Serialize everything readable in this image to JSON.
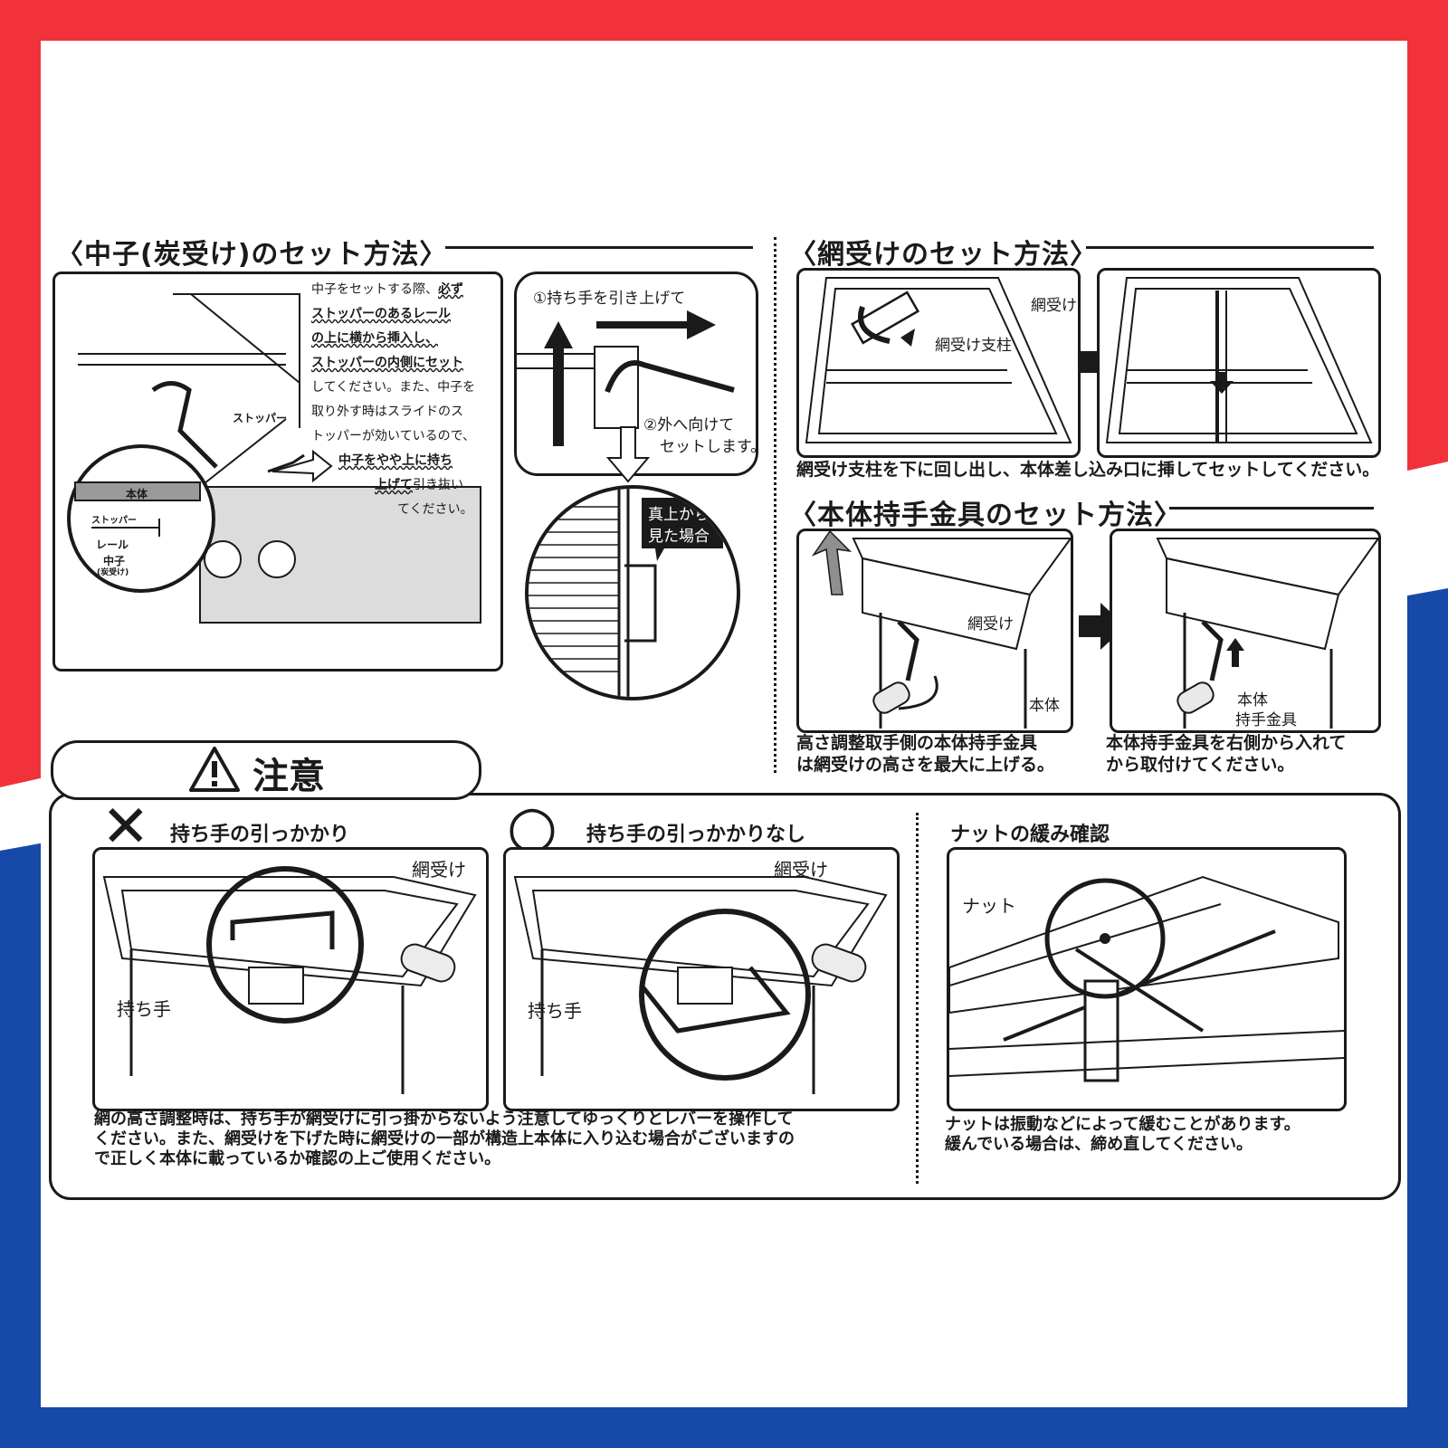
{
  "colors": {
    "red": "#f1323a",
    "blue": "#1749a9",
    "ink": "#1a1a1a"
  },
  "nakago": {
    "title": "〈中子(炭受け)のセット方法〉",
    "text": {
      "l1a": "中子をセットする際、",
      "l1b": "必ず",
      "l2": "ストッパーのあるレール",
      "l3": "の上に横から挿入し、",
      "l4": "ストッパーの内側にセット",
      "l5": "してください。また、中子を",
      "l6": "取り外す時はスライドのス",
      "l7": "トッパーが効いているので、",
      "l8": "中子をやや上に持ち",
      "l9a": "上げて",
      "l9b": "引き抜い",
      "l10": "てください。"
    },
    "labels": {
      "stopper_top": "ストッパー",
      "hontai": "本体",
      "stopper": "ストッパー",
      "rail": "レール",
      "nakago": "中子",
      "sumiuke": "(炭受け)"
    },
    "step1": "①持ち手を引き上げて",
    "step2a": "②外へ向けて",
    "step2b": "セットします。",
    "view_a": "真上から",
    "view_b": "見た場合"
  },
  "amiuke": {
    "title": "〈網受けのセット方法〉",
    "label_amiuke": "網受け",
    "label_shichu": "網受け支柱",
    "caption": "網受け支柱を下に回し出し、本体差し込み口に挿してセットしてください。"
  },
  "handle": {
    "title": "〈本体持手金具のセット方法〉",
    "label_amiuke": "網受け",
    "label_hontai": "本体",
    "label_kanagu_a": "本体",
    "label_kanagu_b": "持手金具",
    "cap_left_a": "高さ調整取手側の本体持手金具",
    "cap_left_b": "は網受けの高さを最大に上げる。",
    "cap_right_a": "本体持手金具を右側から入れて",
    "cap_right_b": "から取付けてください。"
  },
  "caution": {
    "title": "注意",
    "ng": {
      "mark": "✕",
      "title": "持ち手の引っかかり",
      "amiuke": "網受け",
      "mochite": "持ち手"
    },
    "ok": {
      "mark": "○",
      "title": "持ち手の引っかかりなし",
      "amiuke": "網受け",
      "mochite": "持ち手"
    },
    "nut": {
      "title": "ナットの緩み確認",
      "label": "ナット",
      "text_a": "ナットは振動などによって緩むことがあります。",
      "text_b": "緩んでいる場合は、締め直してください。"
    },
    "text_a": "網の高さ調整時は、持ち手が網受けに引っ掛からないよう注意してゆっくりとレバーを操作して",
    "text_b": "ください。また、網受けを下げた時に網受けの一部が構造上本体に入り込む場合がございますの",
    "text_c": "で正しく本体に載っているか確認の上ご使用ください。"
  }
}
